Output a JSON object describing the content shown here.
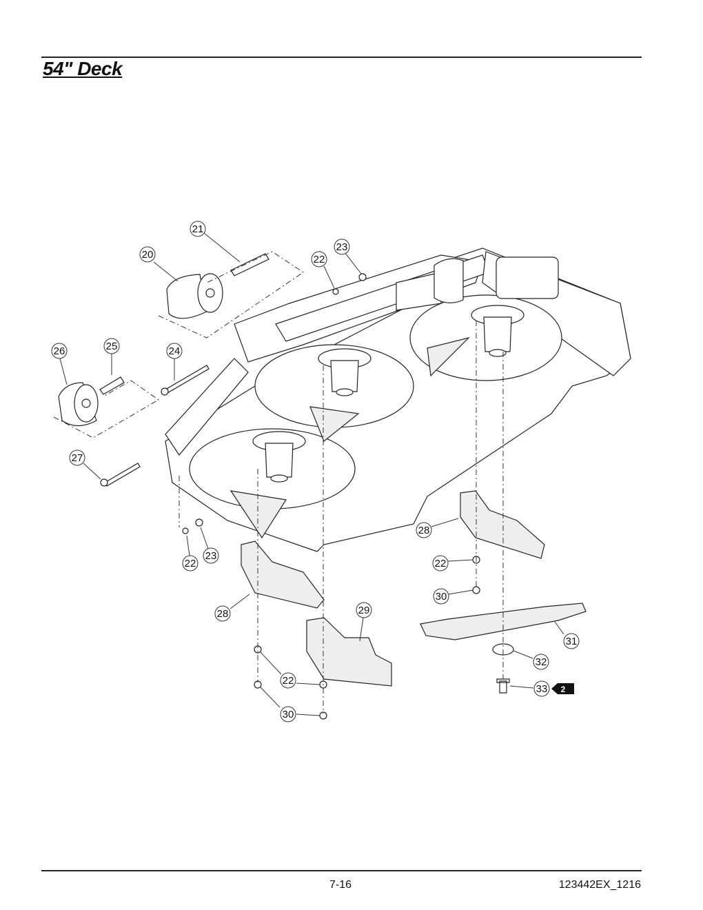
{
  "header": {
    "title": "54\" Deck"
  },
  "footer": {
    "page_number": "7-16",
    "doc_code": "123442EX_1216"
  },
  "callouts": [
    {
      "label": "21"
    },
    {
      "label": "20"
    },
    {
      "label": "23"
    },
    {
      "label": "22"
    },
    {
      "label": "26"
    },
    {
      "label": "25"
    },
    {
      "label": "24"
    },
    {
      "label": "27"
    },
    {
      "label": "22"
    },
    {
      "label": "23"
    },
    {
      "label": "28"
    },
    {
      "label": "28"
    },
    {
      "label": "22"
    },
    {
      "label": "30"
    },
    {
      "label": "29"
    },
    {
      "label": "31"
    },
    {
      "label": "32"
    },
    {
      "label": "33"
    },
    {
      "label": "22"
    },
    {
      "label": "30"
    }
  ],
  "ref_tag": {
    "label": "2"
  }
}
